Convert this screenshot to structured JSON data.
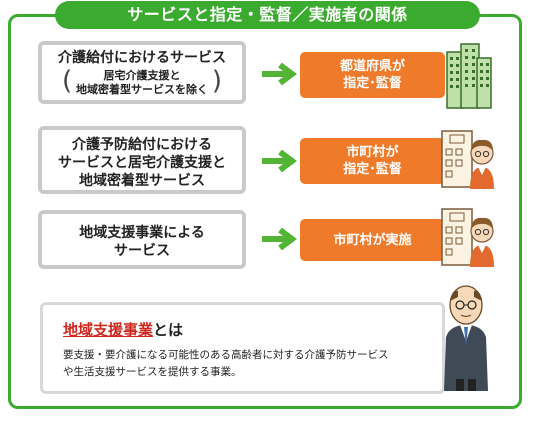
{
  "title": "サービスと指定・監督／実施者の関係",
  "rows": [
    {
      "service_lines": [
        "介護給付におけるサービス"
      ],
      "service_sub": [
        "居宅介護支援と",
        "地域密着型サービスを除く"
      ],
      "org_lines": [
        "都道府県が",
        "指定･監督"
      ],
      "illustration": "office-buildings-icon"
    },
    {
      "service_lines": [
        "介護予防給付における",
        "サービスと居宅介護支援と",
        "地域密着型サービス"
      ],
      "org_lines": [
        "市町村が",
        "指定･監督"
      ],
      "illustration": "city-hall-official-icon"
    },
    {
      "service_lines": [
        "地域支援事業による",
        "サービス"
      ],
      "org_lines": [
        "市町村が実施"
      ],
      "illustration": "city-hall-official-icon"
    }
  ],
  "info": {
    "title_highlight": "地域支援事業",
    "title_rest": "とは",
    "body_lines": [
      "要支援・要介護になる可能性のある高齢者に対する介護予防サービス",
      "や生活支援サービスを提供する事業。"
    ]
  },
  "colors": {
    "frame_green": "#3aab2f",
    "arrow_green": "#52b335",
    "org_orange": "#ee7a2a",
    "highlight_red": "#d0281e"
  }
}
